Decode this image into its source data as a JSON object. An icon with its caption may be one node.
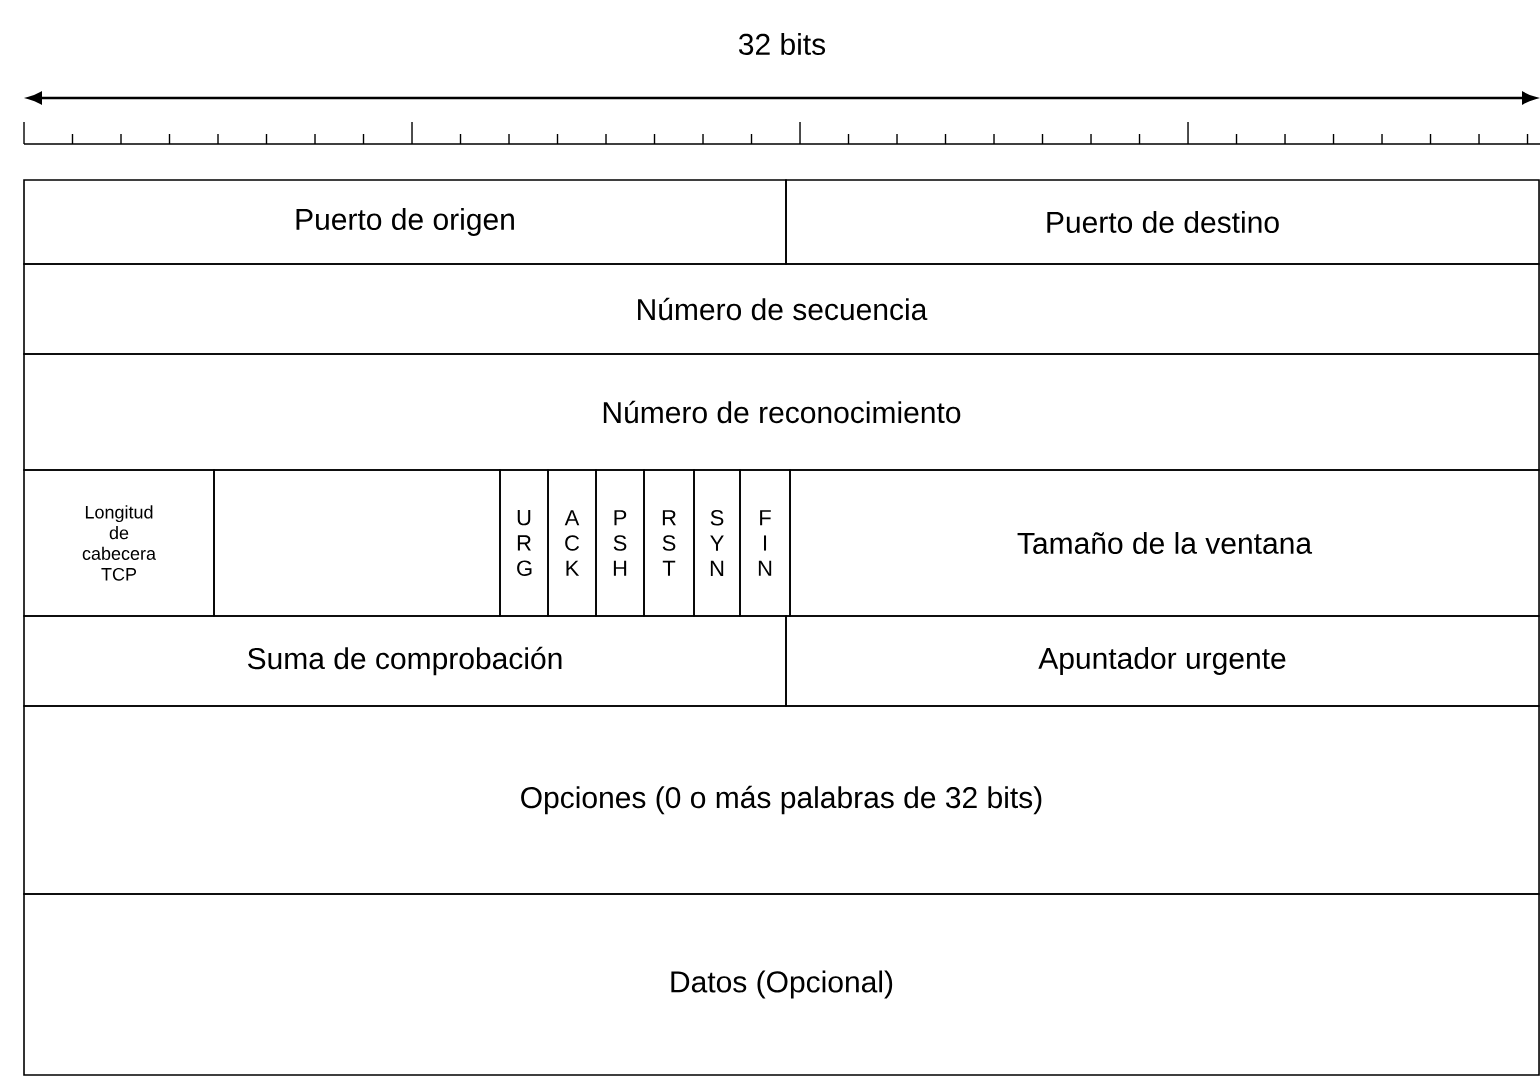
{
  "diagram": {
    "nodes": [
      {
        "text": [
          "Puerto de origen"
        ]
      },
      {
        "text": [
          "Puerto de destino"
        ]
      },
      {
        "text": [
          "Número de secuencia"
        ]
      },
      {
        "text": [
          "Número de reconocimiento"
        ]
      },
      {
        "text": [
          "Longitud de cabecera TCP"
        ]
      },
      {
        "text": [],
        "shape": "box"
      },
      {
        "text": [
          "U R G"
        ]
      },
      {
        "text": [
          "A C K"
        ]
      },
      {
        "text": [
          "P S H"
        ]
      },
      {
        "text": [
          "R S T"
        ]
      },
      {
        "text": [
          "S Y N"
        ]
      },
      {
        "text": [
          "F I N"
        ]
      },
      {
        "text": [
          "Tamaño de la ventana"
        ]
      },
      {
        "text": [
          "Suma de comprobación"
        ]
      },
      {
        "text": [
          "Apuntador urgente"
        ]
      },
      {
        "text": [
          "Opciones (0 o más palabras de 32 bits)"
        ]
      },
      {
        "text": [
          "Datos (Opcional)"
        ]
      }
    ],
    "labels": [
      "32 bits"
    ]
  }
}
